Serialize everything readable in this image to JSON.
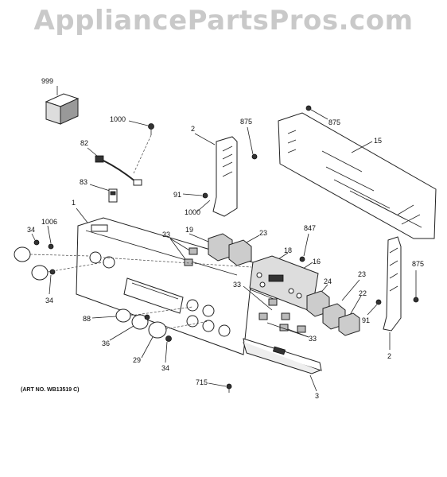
{
  "watermark": "AppliancePartsPros.com",
  "art_no": "(ART NO. WB13519 C)",
  "labels": {
    "p999": "999",
    "p1000a": "1000",
    "p82": "82",
    "p83": "83",
    "p1": "1",
    "p1006": "1006",
    "p34a": "34",
    "p34b": "34",
    "p34c": "34",
    "p2a": "2",
    "p2b": "2",
    "p875a": "875",
    "p875b": "875",
    "p875c": "875",
    "p15": "15",
    "p91a": "91",
    "p91b": "91",
    "p1000b": "1000",
    "p33a": "33",
    "p33b": "33",
    "p33c": "33",
    "p19": "19",
    "p23a": "23",
    "p23b": "23",
    "p847": "847",
    "p18": "18",
    "p16": "16",
    "p24": "24",
    "p22": "22",
    "p88": "88",
    "p36": "36",
    "p29": "29",
    "p3": "3",
    "p715": "715"
  }
}
